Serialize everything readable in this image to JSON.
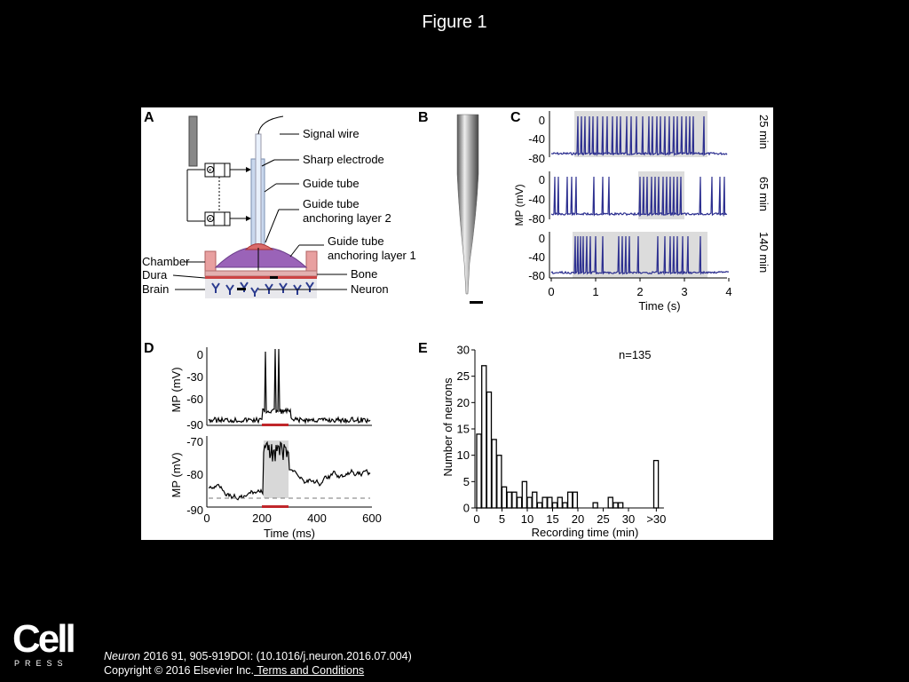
{
  "slide": {
    "title": "Figure 1"
  },
  "panels": {
    "A": "A",
    "B": "B",
    "C": "C",
    "D": "D",
    "E": "E"
  },
  "panelA": {
    "labels": {
      "signal_wire": "Signal wire",
      "sharp_electrode": "Sharp electrode",
      "guide_tube": "Guide tube",
      "anchor2_l1": "Guide tube",
      "anchor2_l2": "anchoring layer 2",
      "anchor1_l1": "Guide tube",
      "anchor1_l2": "anchoring layer 1",
      "chamber": "Chamber",
      "dura": "Dura",
      "brain": "Brain",
      "bone": "Bone",
      "neuron": "Neuron"
    }
  },
  "panelC": {
    "ylabel": "MP (mV)",
    "xlabel": "Time (s)",
    "yticks": [
      "0",
      "-40",
      "-80"
    ],
    "xticks": [
      "0",
      "1",
      "2",
      "3",
      "4"
    ],
    "traces": [
      {
        "label": "25 min"
      },
      {
        "label": "65 min"
      },
      {
        "label": "140 min"
      }
    ]
  },
  "panelD": {
    "ylabel": "MP (mV)",
    "xlabel": "Time (ms)",
    "top_yticks": [
      "0",
      "-30",
      "-60",
      "-90"
    ],
    "bottom_yticks": [
      "-70",
      "-80",
      "-90"
    ],
    "xticks": [
      "0",
      "200",
      "400",
      "600"
    ]
  },
  "chart_data": {
    "type": "bar",
    "title": "",
    "annotation": "n=135",
    "xlabel": "Recording time (min)",
    "ylabel": "Number of neurons",
    "xtick_labels": [
      "0",
      "5",
      "10",
      "15",
      "20",
      "25",
      "30",
      ">30"
    ],
    "ytick_labels": [
      "0",
      "5",
      "10",
      "15",
      "20",
      "25",
      "30"
    ],
    "ylim": [
      0,
      30
    ],
    "categories": [
      "1",
      "2",
      "3",
      "4",
      "5",
      "6",
      "7",
      "8",
      "9",
      "10",
      "11",
      "12",
      "13",
      "14",
      "15",
      "16",
      "17",
      "18",
      "19",
      "20",
      "21",
      "22",
      "23",
      "24",
      "25",
      "26",
      "27",
      "28",
      "29",
      "30",
      ">30"
    ],
    "values": [
      14,
      27,
      22,
      13,
      10,
      4,
      3,
      3,
      2,
      5,
      2,
      3,
      1,
      2,
      2,
      1,
      2,
      1,
      3,
      3,
      0,
      0,
      0,
      1,
      0,
      0,
      2,
      1,
      1,
      0,
      9
    ]
  },
  "footer": {
    "citation_journal": "Neuron",
    "citation_rest": " 2016 91, 905-919DOI: (10.1016/j.neuron.2016.07.004)",
    "copyright": "Copyright © 2016 Elsevier Inc.",
    "terms_link": " Terms and Conditions"
  },
  "logo": {
    "word": "Cell",
    "sub": "PRESS"
  }
}
